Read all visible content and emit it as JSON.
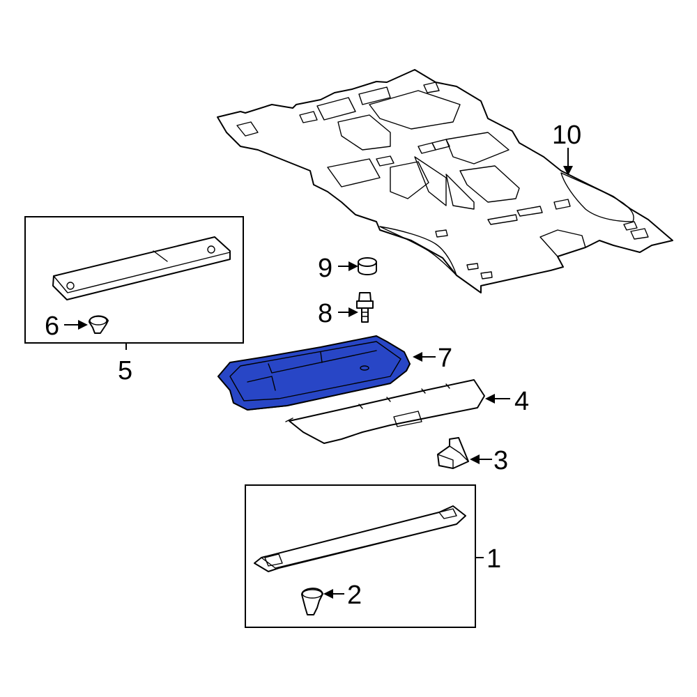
{
  "diagram": {
    "highlight_color": "#2846c6",
    "highlight_shade": "#1c2f94",
    "line_color": "#000000",
    "background_color": "#ffffff",
    "callouts": {
      "c1": "1",
      "c2": "2",
      "c3": "3",
      "c4": "4",
      "c5": "5",
      "c6": "6",
      "c7": "7",
      "c8": "8",
      "c9": "9",
      "c10": "10"
    }
  }
}
